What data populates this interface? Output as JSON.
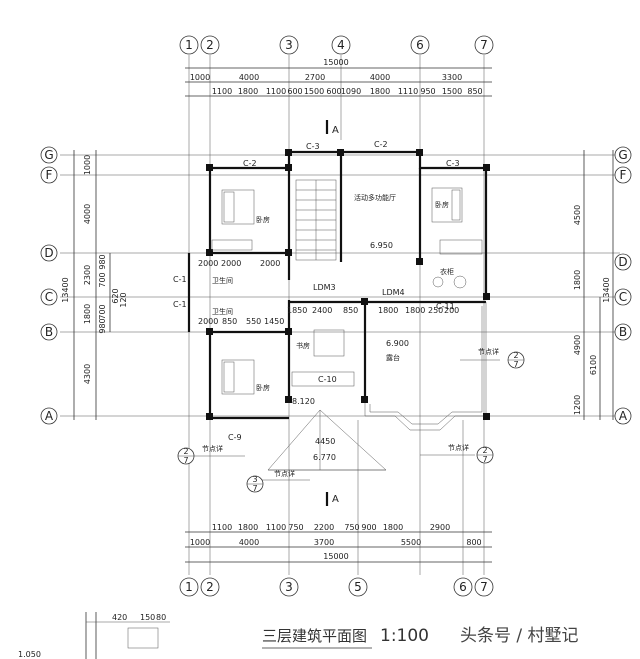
{
  "drawing": {
    "title": "三层建筑平面图",
    "scale": "1:100",
    "watermark": "头条号 / 村墅记"
  },
  "axes": {
    "top": [
      "1",
      "2",
      "3",
      "4",
      "6",
      "7"
    ],
    "bottom": [
      "1",
      "2",
      "3",
      "5",
      "6",
      "7"
    ],
    "left": [
      "G",
      "F",
      "D",
      "C",
      "B",
      "A"
    ],
    "right": [
      "G",
      "F",
      "D",
      "C",
      "B",
      "A"
    ]
  },
  "dims_top": {
    "total": "15000",
    "row1": [
      "1000",
      "4000",
      "2700",
      "4000",
      "3300"
    ],
    "row2": [
      "1100",
      "1800",
      "1100",
      "600",
      "1500",
      "600",
      "1090",
      "1800",
      "1110",
      "950",
      "1500",
      "850"
    ]
  },
  "dims_bottom": {
    "total": "15000",
    "row1": [
      "1100",
      "1800",
      "1100",
      "750",
      "2200",
      "750",
      "900",
      "1800",
      "2900"
    ],
    "row2": [
      "1000",
      "4000",
      "3700",
      "5500",
      "800"
    ]
  },
  "dims_left": {
    "outer": [
      "1000",
      "4000",
      "2300",
      "1800",
      "4300"
    ],
    "total": "13400",
    "inner": [
      "980",
      "700",
      "620",
      "120",
      "700",
      "980"
    ]
  },
  "dims_right": {
    "inner": [
      "4500",
      "1800",
      "4900",
      "1200"
    ],
    "mid": [
      "6100"
    ],
    "total": "13400"
  },
  "rooms": [
    {
      "name": "卧房"
    },
    {
      "name": "卧房"
    },
    {
      "name": "卧房"
    },
    {
      "name": "活动多功能厅"
    },
    {
      "name": "书房"
    },
    {
      "name": "露台"
    },
    {
      "name": "卫生间"
    },
    {
      "name": "卫生间"
    },
    {
      "name": "衣柜"
    }
  ],
  "openings": {
    "windows": [
      "C-2",
      "C-3",
      "C-2",
      "C-3",
      "C-1",
      "C-1",
      "C-9",
      "C-10",
      "C-11"
    ],
    "doors": [
      "LDM3",
      "LDM4"
    ]
  },
  "elevations": [
    "6.950",
    "6.900",
    "8.120",
    "6.770"
  ],
  "section_marks": [
    "A",
    "A"
  ],
  "details": [
    {
      "label": "节点详",
      "num": "2",
      "den": "7"
    },
    {
      "label": "节点详",
      "num": "2",
      "den": "7"
    },
    {
      "label": "节点详",
      "num": "2",
      "den": "7"
    },
    {
      "label": "节点详",
      "num": "3",
      "den": "7"
    }
  ],
  "inner_dims": {
    "row_c": [
      "2000",
      "2000",
      "2000"
    ],
    "row_b": [
      "2000",
      "850",
      "550",
      "1450"
    ],
    "mid": [
      "1850",
      "2400",
      "850",
      "1800",
      "1800",
      "250",
      "200"
    ],
    "roof": "4450"
  },
  "detail_bottom": [
    "420",
    "150",
    "80"
  ],
  "detail_left_text": "1.050"
}
